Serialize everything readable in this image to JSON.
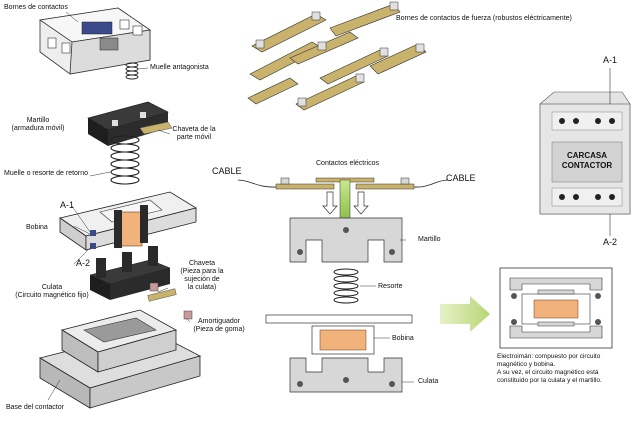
{
  "labels": {
    "bornes_contactos": "Bornes de contactos",
    "muelle_antagonista": "Muelle antagonista",
    "bornes_fuerza": "Bornes de contactos de fuerza (robustos eléctricamente)",
    "martillo_l1": "Martillo",
    "martillo_l2": "(armadura móvil)",
    "chaveta_movil_l1": "Chaveta de la",
    "chaveta_movil_l2": "parte móvil",
    "muelle_retorno": "Muelle o resorte de retorno",
    "a1_left": "A-1",
    "a2_left": "A-2",
    "bobina_left": "Bobina",
    "culata_l1": "Culata",
    "culata_l2": "(Circuito magnético fijo)",
    "chaveta_culata_l1": "Chaveta",
    "chaveta_culata_l2": "(Pieza para la",
    "chaveta_culata_l3": "sujeción de",
    "chaveta_culata_l4": "la culata)",
    "amortiguador_l1": "Amortiguador",
    "amortiguador_l2": "(Pieza de goma)",
    "base": "Base del contactor",
    "contactos_electricos": "Contactos eléctricos",
    "cable_left": "CABLE",
    "cable_right": "CABLE",
    "martillo_mid": "Martillo",
    "resorte": "Resorte",
    "bobina_mid": "Bobina",
    "culata_mid": "Culata",
    "carcasa_l1": "CARCASA",
    "carcasa_l2": "CONTACTOR",
    "a1_right": "A-1",
    "a2_right": "A-2",
    "electroiman_l1": "Electroimán: compuesto por circuito",
    "electroiman_l2": "magnético y bobina.",
    "electroiman_l3": "A su vez, el circuito magnético está",
    "electroiman_l4": "constituido por la culata y el martillo."
  },
  "colors": {
    "coil": "#f2b27c",
    "metal": "#d7d7d7",
    "metal_dark": "#9a9a9a",
    "contact_bar": "#c9b26b",
    "plunger": "#a8d36b",
    "arrow": "#c6dd8a",
    "housing": "#e6e6e6",
    "black": "#1e1e1e"
  }
}
